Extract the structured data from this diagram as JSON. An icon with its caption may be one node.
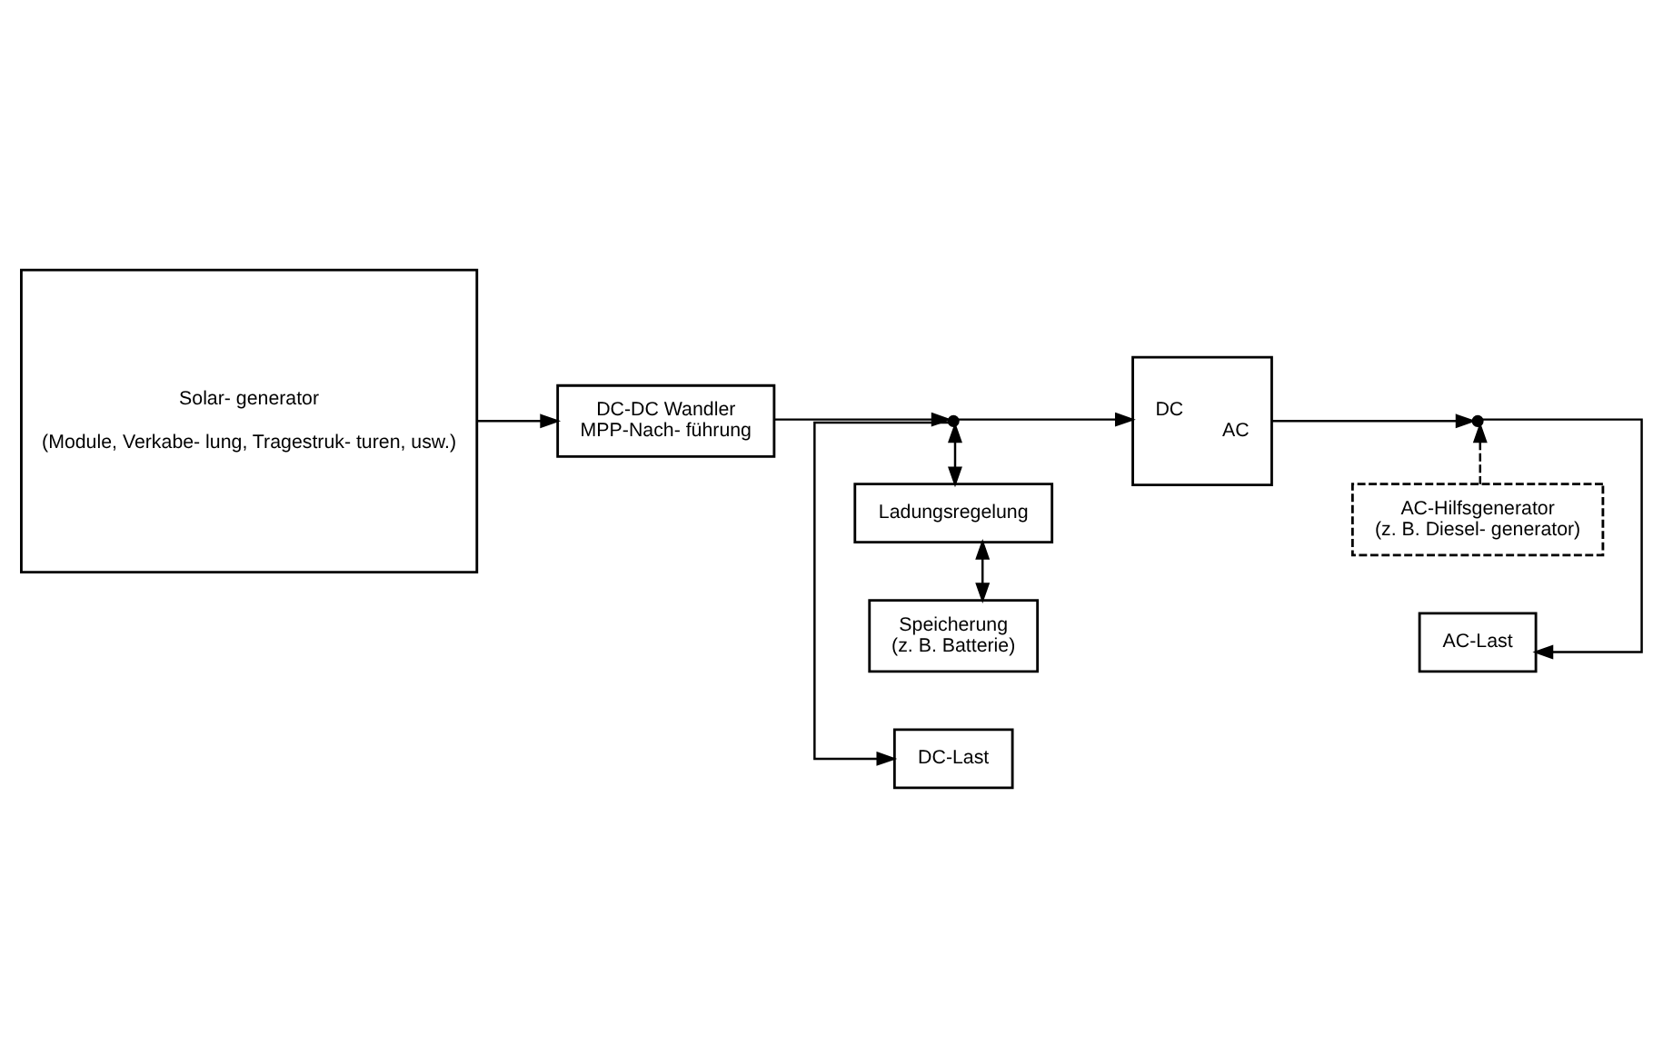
{
  "diagram": {
    "nodes": [
      {
        "text": [
          "DC-Last"
        ]
      },
      {
        "text": [
          "AC-Last"
        ]
      },
      {
        "text": [
          "Solar- generator",
          "(Module, Verkabe- lung, Tragestruk- turen, usw.)"
        ]
      },
      {
        "text": [
          "DC-DC Wandler",
          "MPP-Nach- führung"
        ]
      },
      {
        "text": [],
        "shape": "circle"
      },
      {
        "text": [
          "DC",
          "AC"
        ]
      },
      {
        "text": [],
        "shape": "circle"
      },
      {
        "text": [
          "Ladungsregelung"
        ]
      },
      {
        "text": [
          "AC-Hilfsgenerator",
          "(z. B. Diesel- generator)"
        ]
      },
      {
        "text": [
          "Speicherung",
          "(z. B. Batterie)"
        ]
      }
    ],
    "edges": [
      {
        "from": 2,
        "to": 3,
        "arrow": "to"
      },
      {
        "from": 3,
        "to": 4,
        "arrow": "to"
      },
      {
        "from": 4,
        "to": 0,
        "arrow": "to"
      },
      {
        "from": 4,
        "to": 7,
        "arrow": "both"
      },
      {
        "from": 4,
        "to": 5,
        "arrow": "to"
      },
      {
        "from": 5,
        "to": 6,
        "arrow": "to"
      },
      {
        "from": 6,
        "to": 1,
        "arrow": "to"
      },
      {
        "from": 8,
        "to": 6,
        "arrow": "to",
        "style": "dashed"
      },
      {
        "from": 7,
        "to": 9,
        "arrow": "both"
      }
    ]
  }
}
